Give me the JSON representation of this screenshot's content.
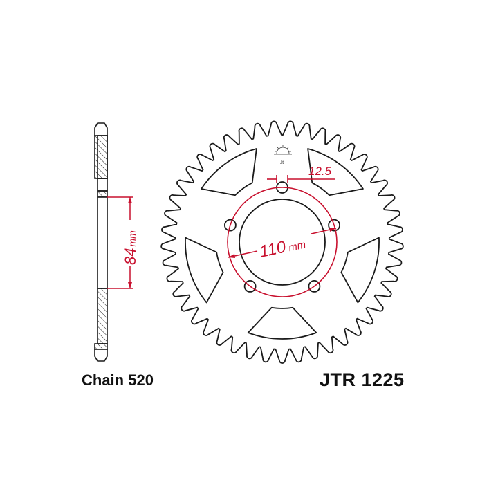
{
  "drawing": {
    "chain_label": "Chain 520",
    "part_number": "JTR 1225",
    "dim_bore": "84",
    "dim_bore_unit": "mm",
    "dim_pcd": "110",
    "dim_pcd_unit": "mm",
    "dim_hole": "12.5",
    "bolt_holes": 5,
    "teeth": 45,
    "line_color": "#1a1a1a",
    "dimension_color": "#c8102e"
  }
}
